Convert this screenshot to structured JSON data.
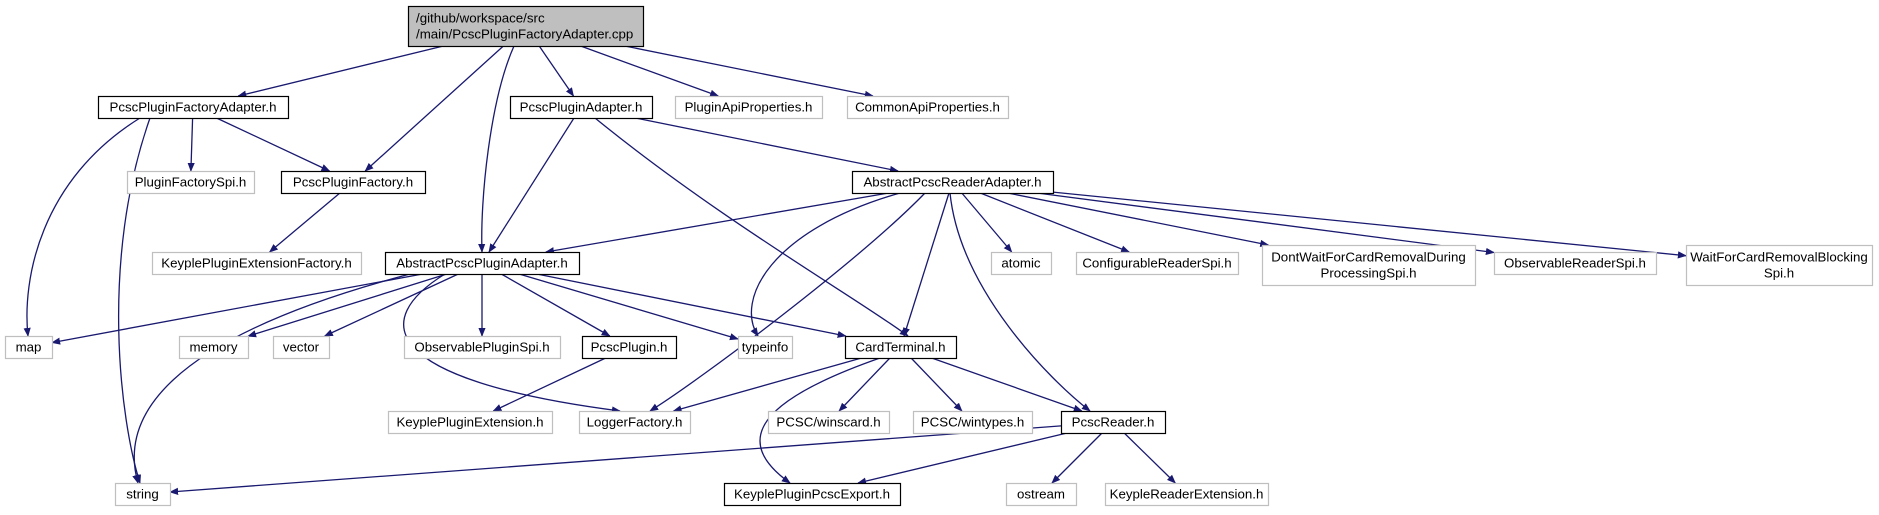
{
  "graph": {
    "root": {
      "id": "root",
      "lines": [
        "/github/workspace/src",
        "/main/PcscPluginFactoryAdapter.cpp"
      ],
      "style": "root"
    },
    "nodes": [
      {
        "id": "pfa_h",
        "label": "PcscPluginFactoryAdapter.h",
        "style": "documented"
      },
      {
        "id": "pf_h",
        "label": "PcscPluginFactory.h",
        "style": "documented"
      },
      {
        "id": "pa_h",
        "label": "PcscPluginAdapter.h",
        "style": "documented"
      },
      {
        "id": "papi",
        "label": "PluginApiProperties.h",
        "style": "external"
      },
      {
        "id": "capi",
        "label": "CommonApiProperties.h",
        "style": "external"
      },
      {
        "id": "pfspi",
        "label": "PluginFactorySpi.h",
        "style": "external"
      },
      {
        "id": "apra_h",
        "label": "AbstractPcscReaderAdapter.h",
        "style": "documented"
      },
      {
        "id": "kpef",
        "label": "KeyplePluginExtensionFactory.h",
        "style": "external"
      },
      {
        "id": "appa_h",
        "label": "AbstractPcscPluginAdapter.h",
        "style": "documented"
      },
      {
        "id": "atomic",
        "label": "atomic",
        "style": "external"
      },
      {
        "id": "crspi",
        "label": "ConfigurableReaderSpi.h",
        "style": "external"
      },
      {
        "id": "dwfcr",
        "lines": [
          "DontWaitForCardRemovalDuring",
          "ProcessingSpi.h"
        ],
        "style": "external"
      },
      {
        "id": "orspi",
        "label": "ObservableReaderSpi.h",
        "style": "external"
      },
      {
        "id": "wfcrb",
        "lines": [
          "WaitForCardRemovalBlocking",
          "Spi.h"
        ],
        "style": "external"
      },
      {
        "id": "map",
        "label": "map",
        "style": "external"
      },
      {
        "id": "memory",
        "label": "memory",
        "style": "external"
      },
      {
        "id": "vector",
        "label": "vector",
        "style": "external"
      },
      {
        "id": "opspi",
        "label": "ObservablePluginSpi.h",
        "style": "external"
      },
      {
        "id": "pp_h",
        "label": "PcscPlugin.h",
        "style": "documented"
      },
      {
        "id": "typeinfo",
        "label": "typeinfo",
        "style": "external"
      },
      {
        "id": "ct_h",
        "label": "CardTerminal.h",
        "style": "documented"
      },
      {
        "id": "kpe",
        "label": "KeyplePluginExtension.h",
        "style": "external"
      },
      {
        "id": "lf",
        "label": "LoggerFactory.h",
        "style": "external"
      },
      {
        "id": "winscard",
        "label": "PCSC/winscard.h",
        "style": "external"
      },
      {
        "id": "wintypes",
        "label": "PCSC/wintypes.h",
        "style": "external"
      },
      {
        "id": "pr_h",
        "label": "PcscReader.h",
        "style": "documented"
      },
      {
        "id": "string",
        "label": "string",
        "style": "external"
      },
      {
        "id": "kppe_h",
        "label": "KeyplePluginPcscExport.h",
        "style": "documented"
      },
      {
        "id": "ostream",
        "label": "ostream",
        "style": "external"
      },
      {
        "id": "kre",
        "label": "KeypleReaderExtension.h",
        "style": "external"
      }
    ],
    "edges": [
      [
        "root",
        "pfa_h"
      ],
      [
        "root",
        "pf_h"
      ],
      [
        "root",
        "appa_h"
      ],
      [
        "root",
        "pa_h"
      ],
      [
        "root",
        "papi"
      ],
      [
        "root",
        "capi"
      ],
      [
        "pfa_h",
        "pfspi"
      ],
      [
        "pfa_h",
        "pf_h"
      ],
      [
        "pfa_h",
        "map"
      ],
      [
        "pfa_h",
        "string"
      ],
      [
        "pf_h",
        "kpef"
      ],
      [
        "pa_h",
        "appa_h"
      ],
      [
        "pa_h",
        "apra_h"
      ],
      [
        "pa_h",
        "ct_h"
      ],
      [
        "apra_h",
        "appa_h"
      ],
      [
        "apra_h",
        "atomic"
      ],
      [
        "apra_h",
        "crspi"
      ],
      [
        "apra_h",
        "dwfcr"
      ],
      [
        "apra_h",
        "orspi"
      ],
      [
        "apra_h",
        "wfcrb"
      ],
      [
        "apra_h",
        "typeinfo"
      ],
      [
        "apra_h",
        "lf"
      ],
      [
        "apra_h",
        "ct_h"
      ],
      [
        "apra_h",
        "pr_h"
      ],
      [
        "appa_h",
        "map"
      ],
      [
        "appa_h",
        "memory"
      ],
      [
        "appa_h",
        "vector"
      ],
      [
        "appa_h",
        "opspi"
      ],
      [
        "appa_h",
        "pp_h"
      ],
      [
        "appa_h",
        "typeinfo"
      ],
      [
        "appa_h",
        "ct_h"
      ],
      [
        "appa_h",
        "lf"
      ],
      [
        "appa_h",
        "string"
      ],
      [
        "pp_h",
        "kpe"
      ],
      [
        "ct_h",
        "lf"
      ],
      [
        "ct_h",
        "winscard"
      ],
      [
        "ct_h",
        "wintypes"
      ],
      [
        "ct_h",
        "pr_h"
      ],
      [
        "ct_h",
        "kppe_h"
      ],
      [
        "pr_h",
        "string"
      ],
      [
        "pr_h",
        "kppe_h"
      ],
      [
        "pr_h",
        "ostream"
      ],
      [
        "pr_h",
        "kre"
      ]
    ],
    "colors": {
      "edge": "#191970",
      "root_fill": "#bfbfbf",
      "documented_border": "#000000",
      "external_border": "#bfbfbf",
      "text": "#000000"
    }
  }
}
